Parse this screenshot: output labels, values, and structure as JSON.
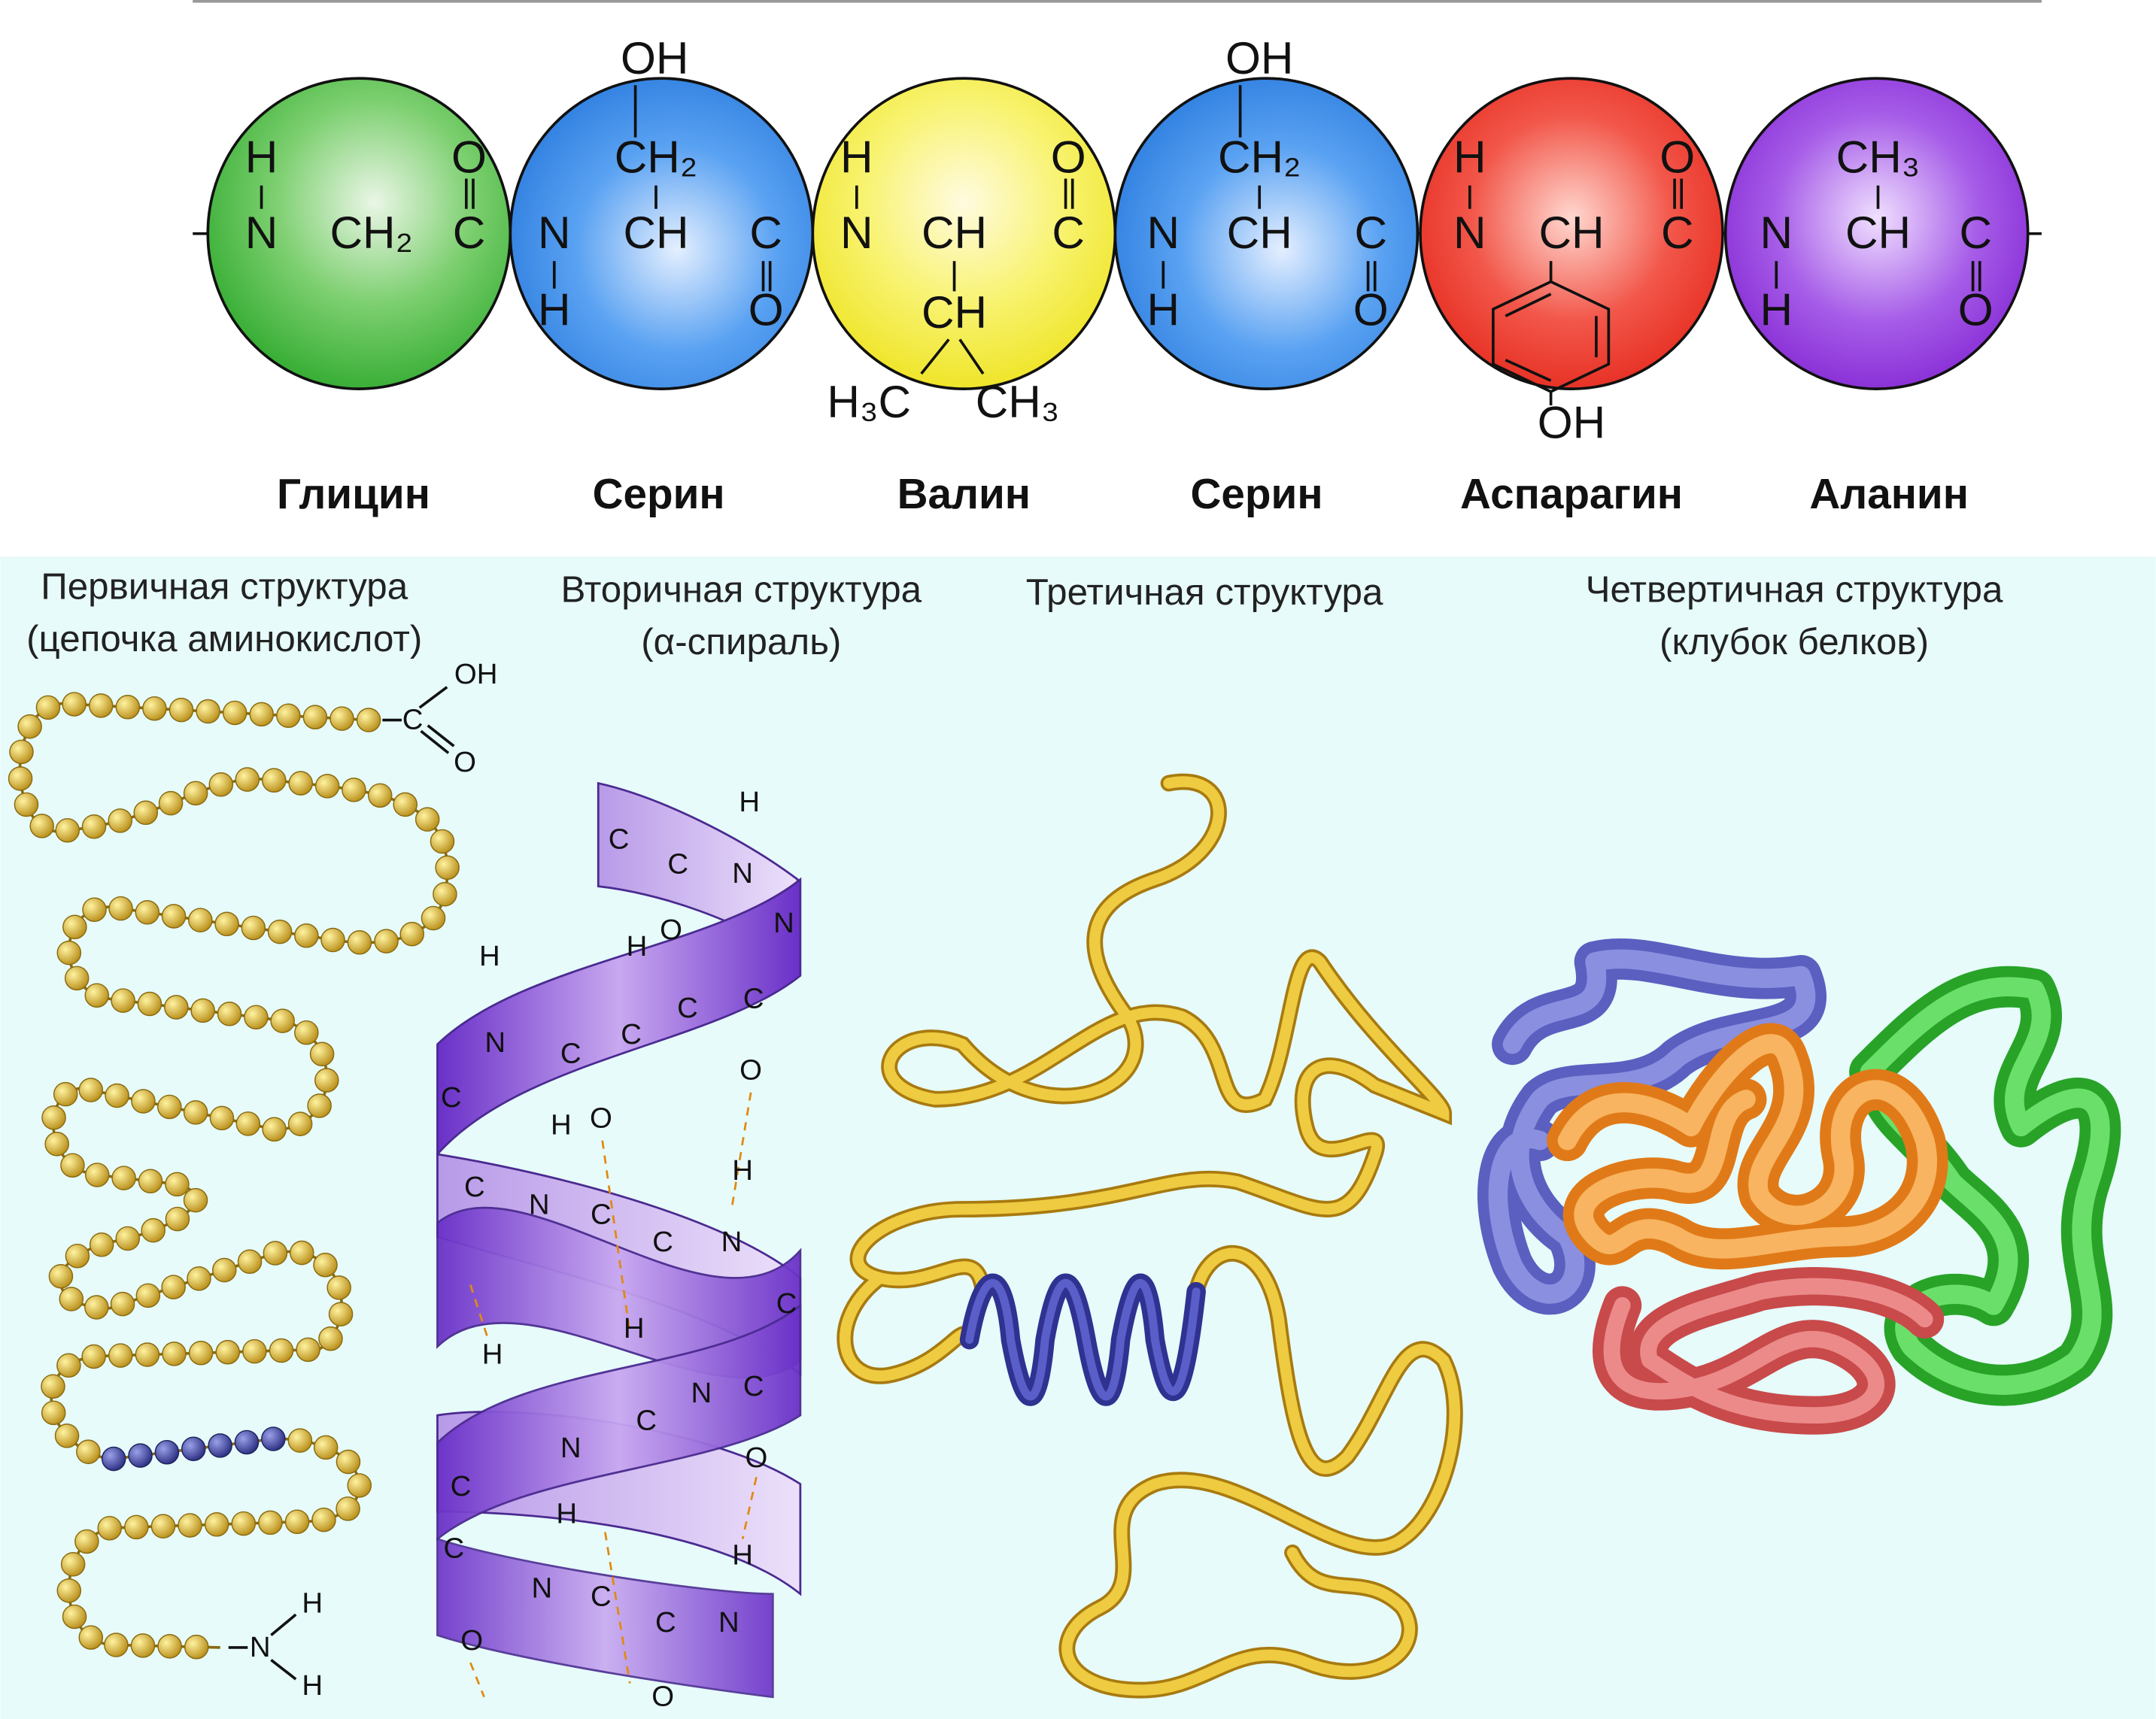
{
  "colors": {
    "glycine": "#3db53a",
    "serine": "#2f86e6",
    "valine": "#f4ec2e",
    "asparagine": "#ea2d22",
    "alanine": "#8a2bd8",
    "bead": "#d8ad2c",
    "bead_blue": "#3a3f95",
    "helix": "#7a45d0",
    "ribbon": "#eecb40",
    "background_lower": "#e6fbfa"
  },
  "residues": [
    {
      "name": "Глицин",
      "atoms": {
        "h": "H",
        "n": "N",
        "ch": "CH₂",
        "c": "C",
        "o": "O"
      }
    },
    {
      "name": "Серин",
      "atoms": {
        "oh": "OH",
        "side": "CH₂",
        "n": "N",
        "ch": "CH",
        "c": "C",
        "h": "H",
        "o": "O"
      }
    },
    {
      "name": "Валин",
      "atoms": {
        "h": "H",
        "n": "N",
        "ch": "CH",
        "c": "C",
        "o": "O",
        "side": "CH",
        "left": "H₃C",
        "right": "CH₃"
      }
    },
    {
      "name": "Серин",
      "atoms": {
        "oh": "OH",
        "side": "CH₂",
        "n": "N",
        "ch": "CH",
        "c": "C",
        "h": "H",
        "o": "O"
      }
    },
    {
      "name": "Аспарагин",
      "atoms": {
        "h": "H",
        "n": "N",
        "ch": "CH",
        "c": "C",
        "o": "O",
        "oh": "OH"
      }
    },
    {
      "name": "Аланин",
      "atoms": {
        "side": "CH₃",
        "n": "N",
        "ch": "CH",
        "c": "C",
        "h": "H",
        "o": "O"
      }
    }
  ],
  "structures": {
    "primary": {
      "title": "Первичная структура",
      "subtitle": "(цепочка аминокислот)",
      "c_term": {
        "oh": "OH",
        "c": "C",
        "o": "O"
      },
      "n_term": {
        "n": "N",
        "h1": "H",
        "h2": "H"
      }
    },
    "secondary": {
      "title": "Вторичная структура",
      "subtitle": "(α-спираль)",
      "labels": [
        "H",
        "C",
        "C",
        "N",
        "O",
        "H",
        "H",
        "N",
        "C",
        "C",
        "N",
        "C",
        "O",
        "C",
        "H",
        "C",
        "N",
        "C",
        "C",
        "N",
        "H",
        "C",
        "O",
        "C",
        "H",
        "H",
        "N",
        "C",
        "C",
        "N",
        "C",
        "O",
        "C",
        "H",
        "N",
        "C",
        "C",
        "N",
        "O",
        "O",
        "H"
      ]
    },
    "tertiary": {
      "title": "Третичная структура"
    },
    "quaternary": {
      "title": "Четвертичная структура",
      "subtitle": "(клубок белков)"
    }
  }
}
